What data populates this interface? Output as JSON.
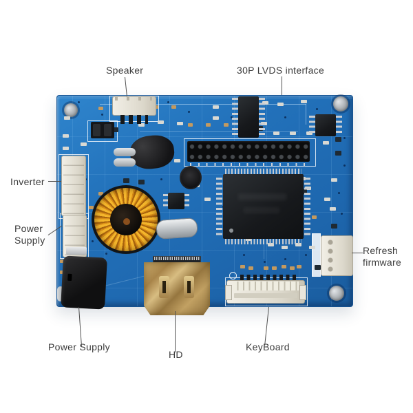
{
  "annotations": {
    "speaker": "Speaker",
    "lvds": "30P LVDS interface",
    "inverter": "Inverter",
    "power_supply_left_line1": "Power",
    "power_supply_left_line2": "Supply",
    "refresh_line1": "Refresh",
    "refresh_line2": "firmware",
    "power_supply_bottom": "Power Supply",
    "hd": "HD",
    "keyboard": "KeyBoard"
  },
  "colors": {
    "pcb_blue": "#2271ba",
    "label_text": "#3b3b3b",
    "leader_line": "#4f4f4f",
    "hdmi_gold": "#b5915a",
    "toroid_yellow": "#eeb02a",
    "connector_ivory": "#efece3",
    "chip_black": "#1b1e21",
    "hole_silver": "#a6abaf"
  }
}
